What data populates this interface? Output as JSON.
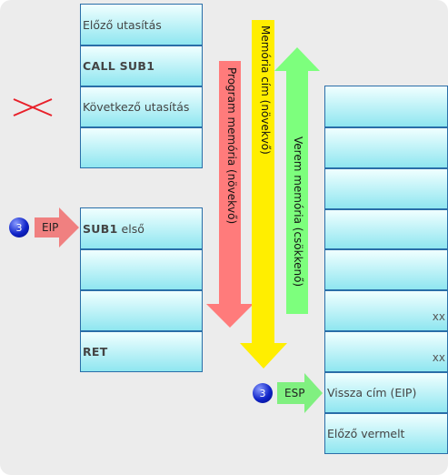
{
  "program_memory": {
    "cells": [
      {
        "text": "Előző utasítás",
        "bold": false
      },
      {
        "text": "CALL SUB1",
        "bold": true
      },
      {
        "text": "Következő utasítás",
        "bold": false
      },
      {
        "text": "",
        "bold": false
      }
    ],
    "sub_cells": [
      {
        "bold_part": "SUB1",
        "rest": " első"
      },
      {
        "text": ""
      },
      {
        "text": ""
      },
      {
        "text": "RET",
        "bold": true
      }
    ]
  },
  "stack": {
    "cells": [
      {
        "text": "",
        "suffix": ""
      },
      {
        "text": "",
        "suffix": ""
      },
      {
        "text": "",
        "suffix": ""
      },
      {
        "text": "",
        "suffix": ""
      },
      {
        "text": "",
        "suffix": ""
      },
      {
        "text": "",
        "suffix": "xx"
      },
      {
        "text": "",
        "suffix": "xx"
      },
      {
        "text": "Vissza cím (EIP)",
        "suffix": ""
      },
      {
        "text": "Előző vermelt",
        "suffix": ""
      }
    ]
  },
  "arrows": {
    "program_memory_label": "Program memória (növekvő)",
    "address_label": "Memória cím (növekvő)",
    "stack_memory_label": "Verem memória (csökkenő)",
    "eip_label": "EIP",
    "esp_label": "ESP",
    "eip_step": "3",
    "esp_step": "3"
  },
  "colors": {
    "cell_top": "#f0ffff",
    "cell_bottom": "#8fe6f0",
    "cell_border": "#2a6ea8",
    "program_arrow": "#ff7b7b",
    "address_arrow": "#ffee00",
    "stack_arrow": "#7dff7d",
    "eip_arrow": "#f08080",
    "esp_arrow": "#80f080",
    "cross": "#e8202a",
    "badge": "#1a2fd0"
  }
}
